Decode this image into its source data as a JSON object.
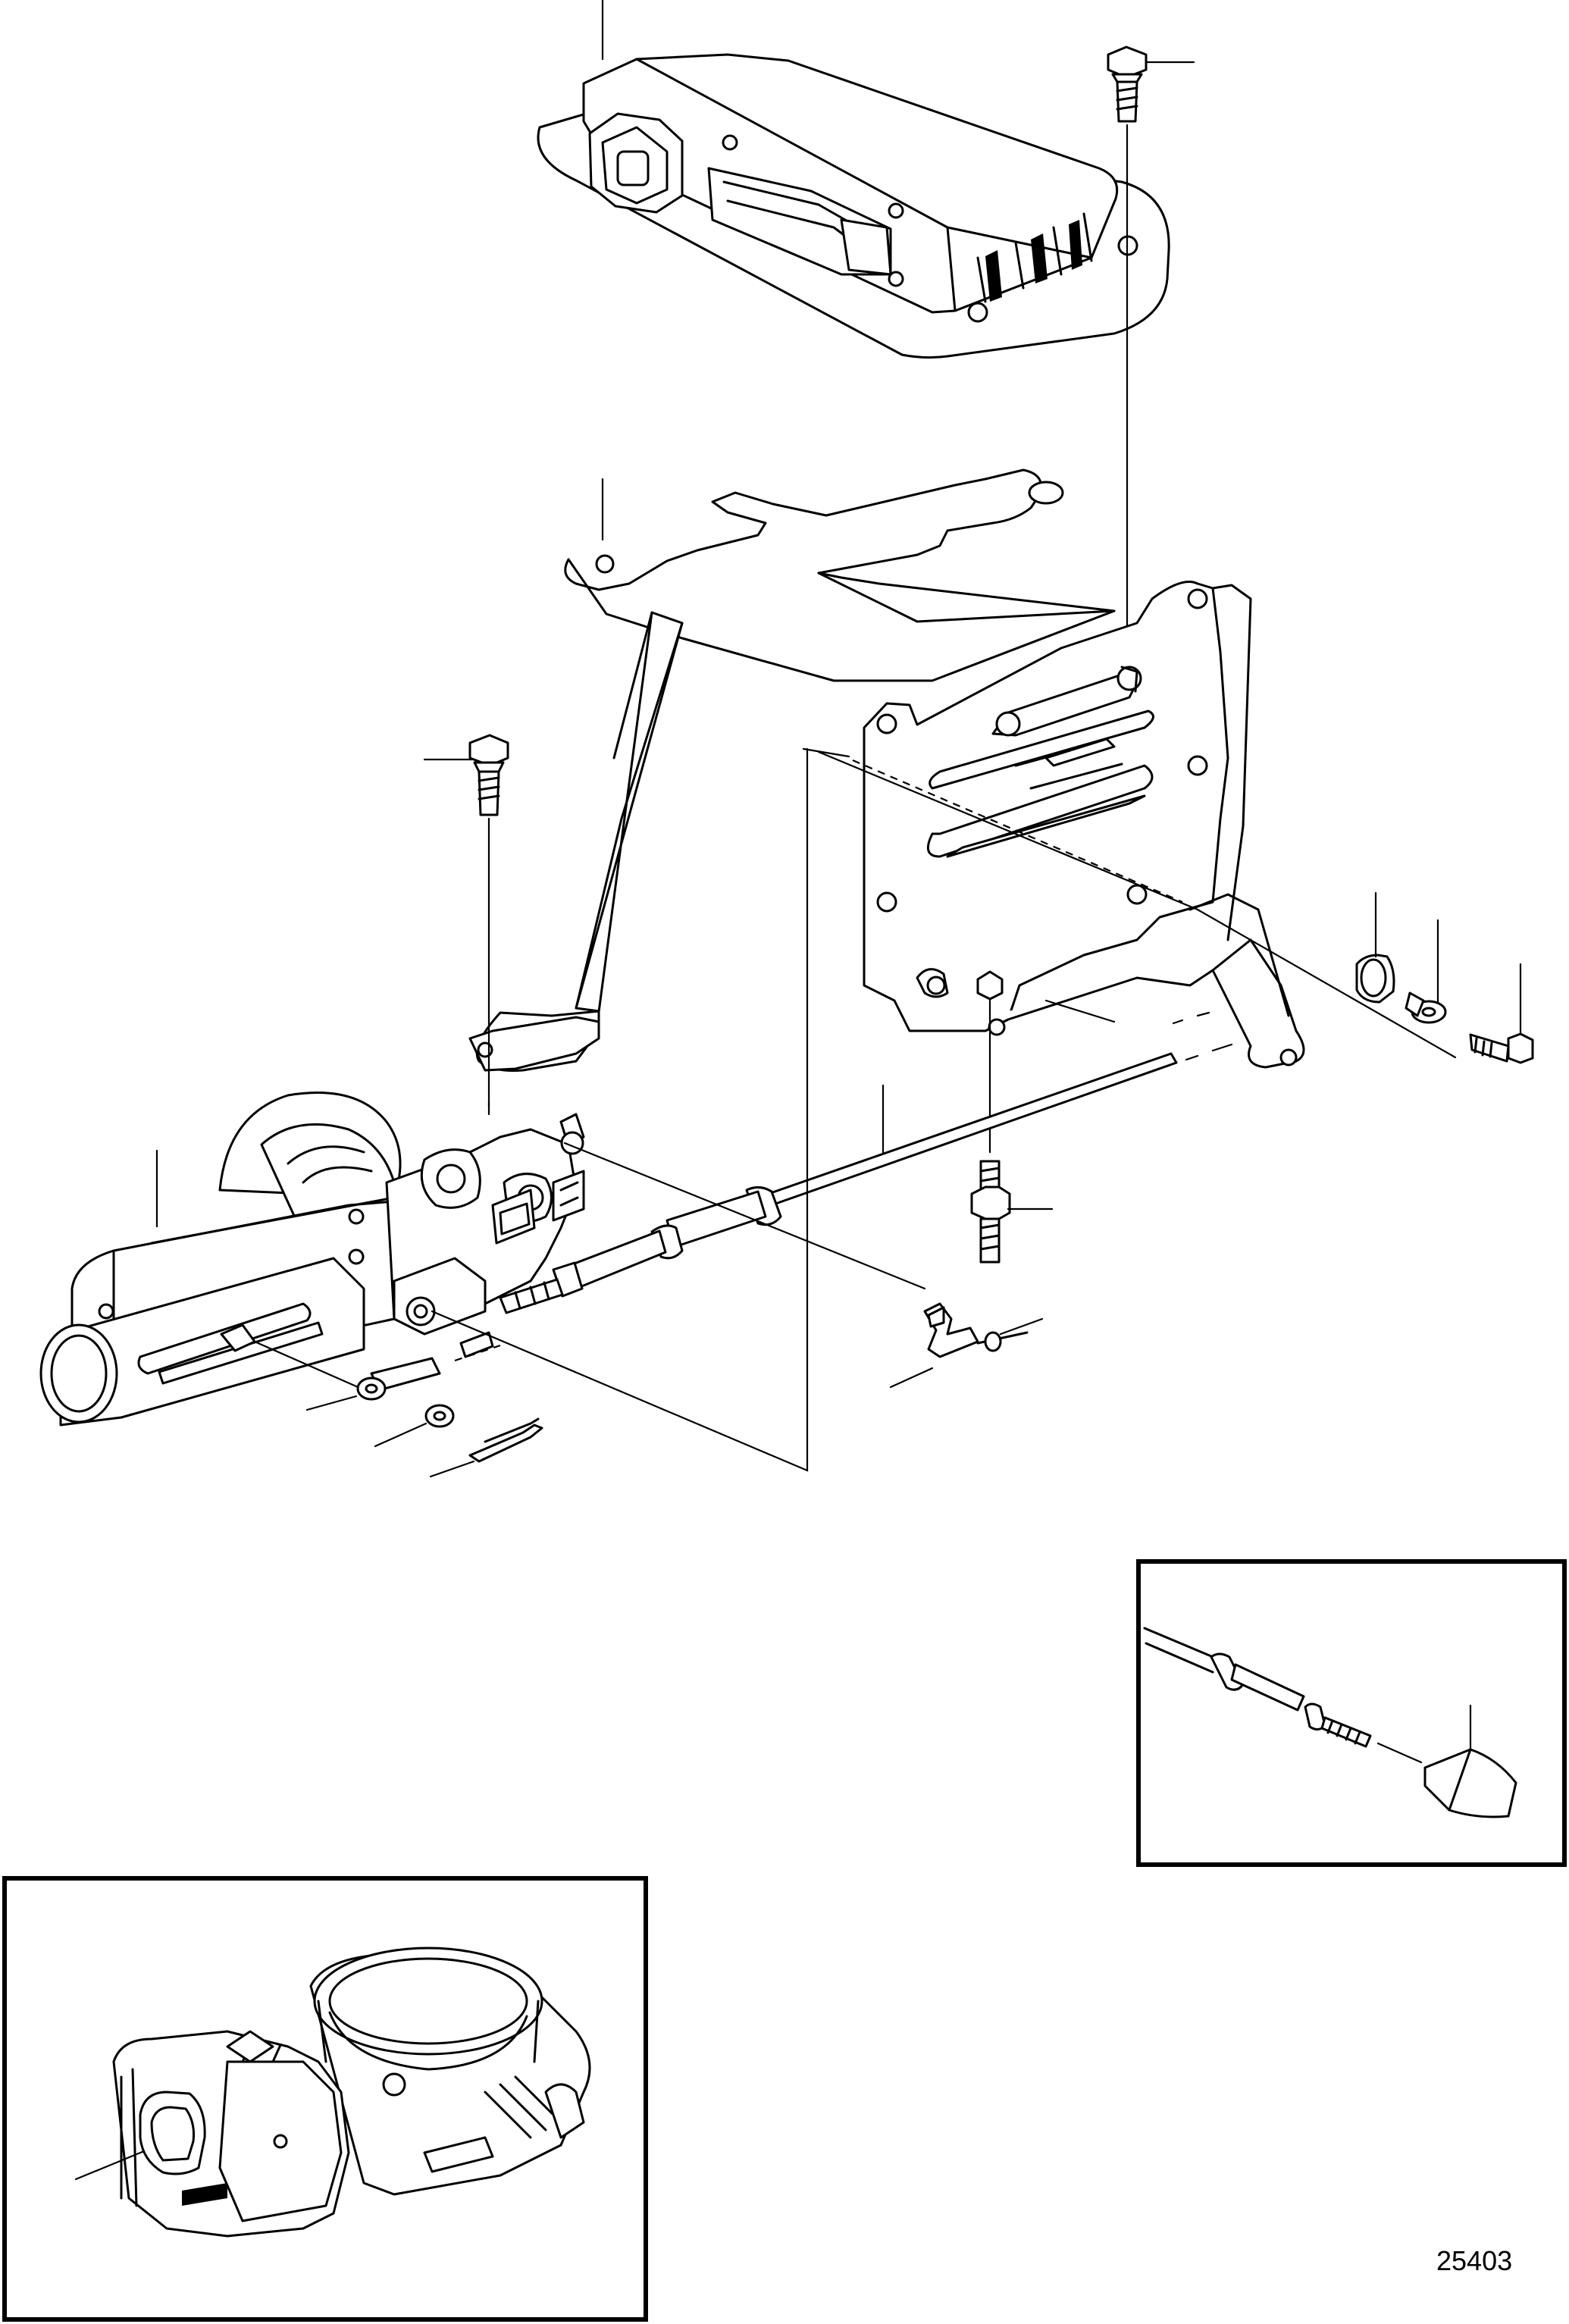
{
  "diagram": {
    "figure_number": "25403",
    "parts": [
      "control-unit",
      "mounting-bracket",
      "bracket-bolt",
      "control-unit-bolt",
      "throttle-actuator",
      "throttle-cable",
      "cable-end-fitting",
      "cable-washer",
      "cotter-pin",
      "cable-clamp",
      "clamp-screw",
      "stud",
      "rubber-bushing",
      "flat-washer",
      "bushing-bolt",
      "inset-cable-end-cap",
      "inset-throttle-body"
    ]
  }
}
